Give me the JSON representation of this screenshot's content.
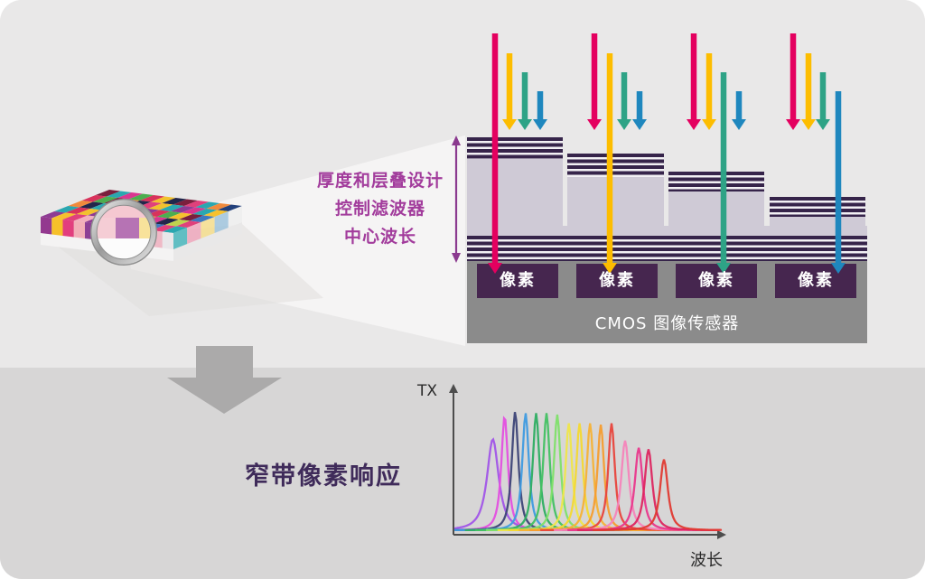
{
  "canvas": {
    "bg_top": "#E9E8E8",
    "bg_bottom": "#D7D6D6",
    "cone_color": "#F5F4F4",
    "shadow_color": "#E0DFDD"
  },
  "annotation": {
    "lines": [
      "厚度和层叠设计",
      "控制滤波器",
      "中心波长"
    ],
    "text_color": "#A23C9C",
    "arrow_color": "#8B3A8F"
  },
  "filter_stack": {
    "pixel_label": "像素",
    "sensor_label": "CMOS 图像传感器",
    "stripe_dark": "#36244A",
    "stripe_light": "#F2F0F4",
    "spacer_color": "#CFCAD6",
    "substrate_color": "#8B8B8B",
    "pixel_box_color": "#46264F",
    "label_color": "#FFFFFF"
  },
  "light_arrows": {
    "labels": [
      "red-light",
      "yellow-light",
      "green-light",
      "blue-light"
    ],
    "colors": [
      "#E4005F",
      "#FDBD00",
      "#2EA386",
      "#1F87BE"
    ]
  },
  "mosaic": {
    "top_rows": [
      [
        "#8E3B93",
        "#F6C12E",
        "#E0407B",
        "#F2AEBD",
        "#8E3B93",
        "#F6D775",
        "#F0B0BC",
        "#4CAE4F",
        "#F2C12E",
        "#3E78C0",
        "#E0407B",
        "#2AA7B0"
      ],
      [
        "#2AA7B0",
        "#D8325B",
        "#F2C12E",
        "#8E3B93",
        "#4CAE4F",
        "#7A1F3D",
        "#3E78C0",
        "#F08A3C",
        "#D93690",
        "#22264B",
        "#BFD24E",
        "#E0407B"
      ],
      [
        "#F08A3C",
        "#22264B",
        "#2AA7B0",
        "#D93690",
        "#F2C12E",
        "#2AA7B0",
        "#8E3B93",
        "#D8325B",
        "#4CAE4F",
        "#F6C12E",
        "#7A1F3D",
        "#3E78C0"
      ],
      [
        "#D8325B",
        "#4CAE4F",
        "#7A1F3D",
        "#F08A3C",
        "#22264B",
        "#E0407B",
        "#F2C12E",
        "#2AA7B0",
        "#8E3B93",
        "#D93690",
        "#2AA7B0",
        "#F6C12E"
      ],
      [
        "#7A1F3D",
        "#2AA7B0",
        "#D93690",
        "#4CAE4F",
        "#D8325B",
        "#F2C12E",
        "#22264B",
        "#7A1F3D",
        "#E0407B",
        "#2AA7B0",
        "#F08A3C",
        "#22407B"
      ]
    ],
    "front_stripes": [
      "#93398F",
      "#F6C02A",
      "#E23E7E",
      "#F2AEB8",
      "#8D3F95",
      "#F5D470",
      "#F3B7C2",
      "#CBDFB2",
      "#F4DC8D",
      "#A9C6E0",
      "#EFB9C6",
      "#E9E7EA"
    ],
    "side_stripes": [
      "#49B6BC",
      "#EFA7BC",
      "#F4DD8C",
      "#9FC3DC",
      "#EDEDED"
    ],
    "base_front": "#F4F3F3",
    "base_side": "#E9E8E8",
    "magnifier_view": {
      "top": "#F1B3BF",
      "left": "#F2BAC5",
      "mid": "#9A3D98",
      "right": "#F6D775",
      "base": "#FBFBFB"
    }
  },
  "transform_arrow": {
    "color": "#ABAAAA"
  },
  "bottom": {
    "title_color": "#3F2B5A",
    "axis_color": "#4D4D4D",
    "label_color": "#2B2B2B"
  },
  "chart_data": {
    "type": "line",
    "title": "窄带像素响应",
    "xlabel": "波长",
    "ylabel": "TX",
    "grid": false,
    "legend": false,
    "series": [
      {
        "name": "violet",
        "color": "#A155E8",
        "center": 0.14,
        "height": 0.63,
        "width": 0.03
      },
      {
        "name": "magenta",
        "color": "#E44FE0",
        "center": 0.185,
        "height": 0.79,
        "width": 0.017
      },
      {
        "name": "navy",
        "color": "#3D4477",
        "center": 0.225,
        "height": 0.82,
        "width": 0.017
      },
      {
        "name": "blue",
        "color": "#3F9BE0",
        "center": 0.265,
        "height": 0.81,
        "width": 0.017
      },
      {
        "name": "green",
        "color": "#2EAE62",
        "center": 0.305,
        "height": 0.81,
        "width": 0.017
      },
      {
        "name": "mid-green",
        "color": "#43C163",
        "center": 0.345,
        "height": 0.81,
        "width": 0.017
      },
      {
        "name": "light-green",
        "color": "#7FE06A",
        "center": 0.386,
        "height": 0.8,
        "width": 0.017
      },
      {
        "name": "yellow",
        "color": "#EFE64A",
        "center": 0.43,
        "height": 0.74,
        "width": 0.017
      },
      {
        "name": "gold",
        "color": "#F4D932",
        "center": 0.471,
        "height": 0.74,
        "width": 0.017
      },
      {
        "name": "amber",
        "color": "#F6B236",
        "center": 0.511,
        "height": 0.74,
        "width": 0.017
      },
      {
        "name": "orange",
        "color": "#F59D2F",
        "center": 0.552,
        "height": 0.73,
        "width": 0.017
      },
      {
        "name": "red",
        "color": "#E8453C",
        "center": 0.593,
        "height": 0.74,
        "width": 0.017
      },
      {
        "name": "light-pink",
        "color": "#F584BA",
        "center": 0.645,
        "height": 0.62,
        "width": 0.02
      },
      {
        "name": "hot-pink",
        "color": "#E9388C",
        "center": 0.697,
        "height": 0.57,
        "width": 0.02
      },
      {
        "name": "crimson",
        "color": "#DD2660",
        "center": 0.734,
        "height": 0.56,
        "width": 0.02
      },
      {
        "name": "dark-red",
        "color": "#E03A31",
        "center": 0.793,
        "height": 0.49,
        "width": 0.02
      }
    ]
  }
}
